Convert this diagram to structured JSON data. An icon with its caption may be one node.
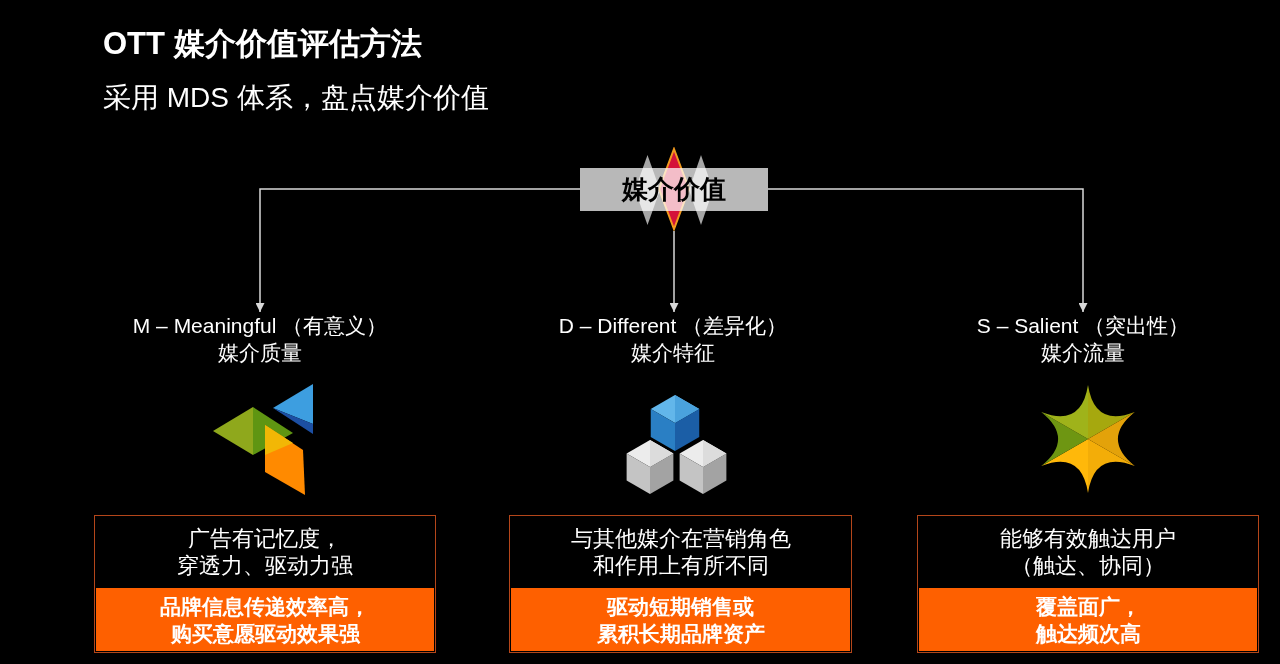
{
  "diagram": {
    "title": "OTT 媒介价值评估方法",
    "nodes": [
      {
        "text": [
          "媒介价值"
        ]
      },
      {
        "text": [
          "M – Meaningful （有意义）",
          "媒介质量"
        ]
      },
      {
        "text": [
          "D – Different （差异化）",
          "媒介特征"
        ]
      },
      {
        "text": [
          "S – Salient （突出性）",
          "媒介流量"
        ]
      },
      {
        "text": [
          "广告有记忆度，穿透力、驱动力强"
        ]
      },
      {
        "text": [
          "品牌信息传递效率高，购买意愿驱动效果强"
        ],
        "in": 4
      },
      {
        "text": [
          "与其他媒介在营销角色和作用上有所不同"
        ]
      },
      {
        "text": [
          "驱动短期销售或累积长期品牌资产"
        ],
        "in": 6
      },
      {
        "text": [
          "能够有效触达用户（触达、协同）"
        ]
      },
      {
        "text": [
          "覆盖面广，触达频次高"
        ],
        "in": 8
      }
    ],
    "edges": [
      {
        "from": 0,
        "to": 1,
        "arrow": "to"
      },
      {
        "from": 0,
        "to": 2,
        "arrow": "to"
      },
      {
        "from": 0,
        "to": 3,
        "arrow": "to"
      }
    ],
    "labels": [
      "采用 MDS 体系，盘点媒介价值"
    ]
  }
}
